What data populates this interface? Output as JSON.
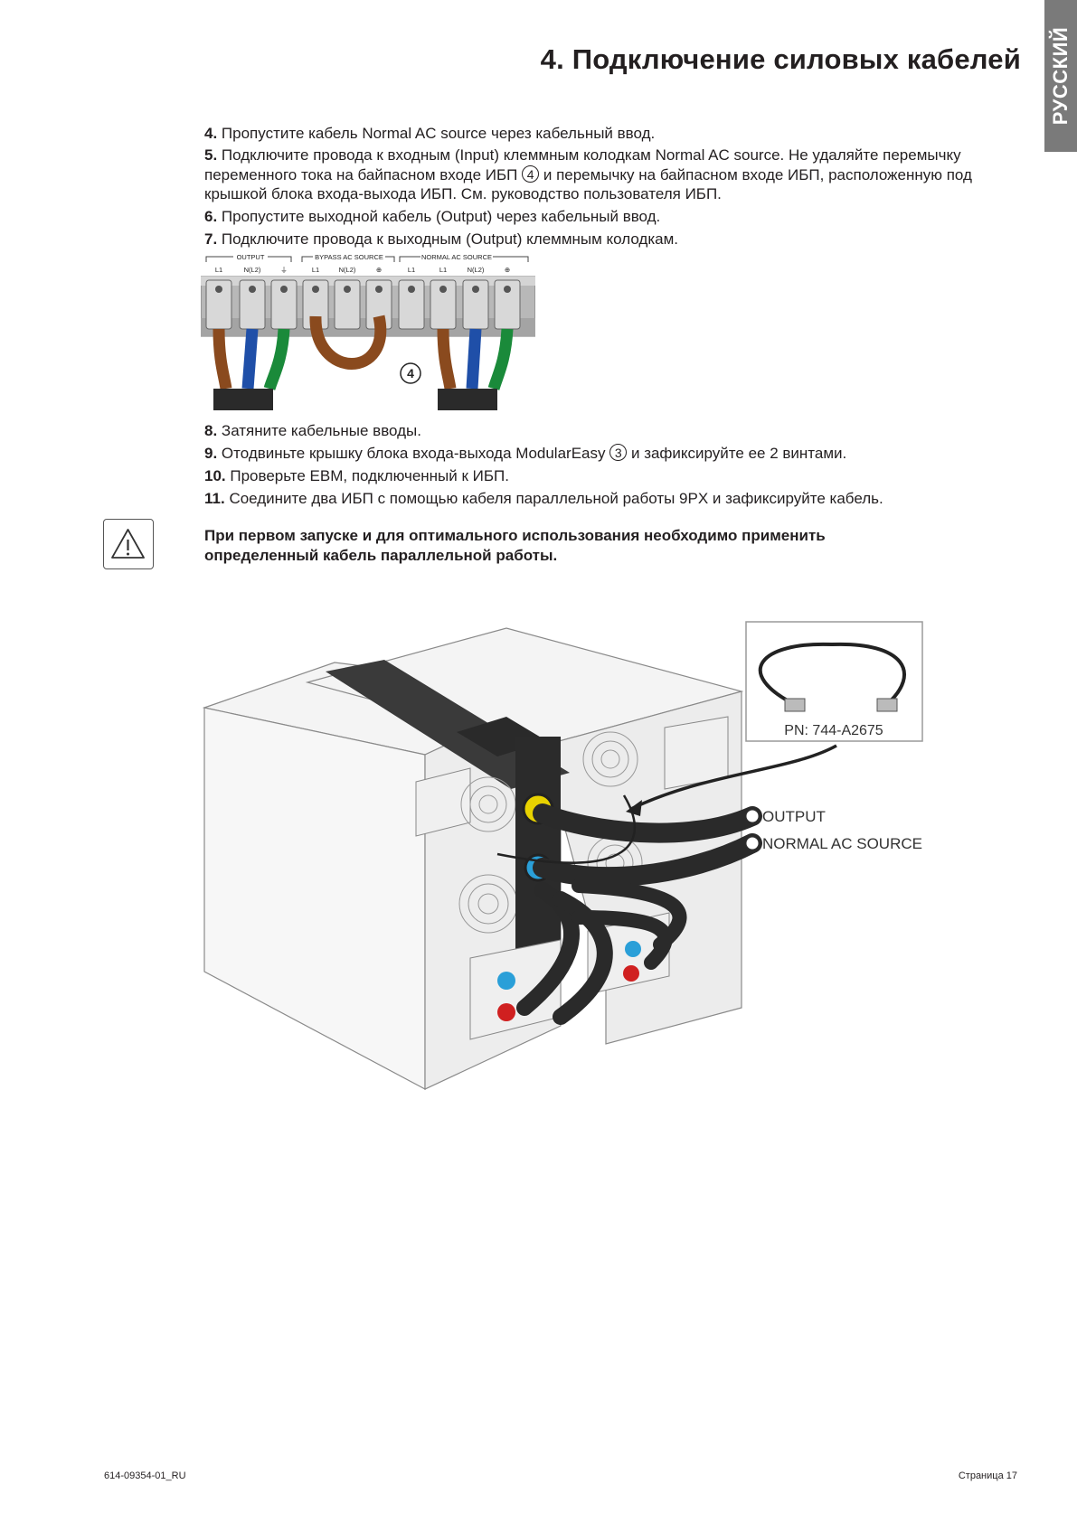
{
  "header": {
    "title": "4. Подключение силовых кабелей",
    "language_tab": "РУССКИЙ"
  },
  "steps": [
    {
      "num": "4.",
      "text": "Пропустите кабель Normal AC source через кабельный ввод."
    },
    {
      "num": "5.",
      "text_a": "Подключите провода к входным (Input) клеммным колодкам Normal AC source. Не удаляйте перемычку переменного тока на байпасном входе ИБП",
      "ref": "4",
      "text_b": "и перемычку на байпасном входе ИБП, расположенную под крышкой блока входа-выхода ИБП. См. руководство пользователя ИБП."
    },
    {
      "num": "6.",
      "text": "Пропустите выходной кабель (Output) через кабельный ввод."
    },
    {
      "num": "7.",
      "text": "Подключите провода к выходным (Output) клеммным колодкам."
    },
    {
      "num": "8.",
      "text": "Затяните кабельные вводы."
    },
    {
      "num": "9.",
      "text_a": "Отодвиньте крышку блока входа-выхода ModularEasy",
      "ref": "3",
      "text_b": "и зафиксируйте ее 2 винтами."
    },
    {
      "num": "10.",
      "text": "Проверьте EBM, подключенный к ИБП."
    },
    {
      "num": "11.",
      "text": "Соедините два ИБП с помощью кабеля параллельной работы 9PX и зафиксируйте кабель."
    }
  ],
  "terminal_figure": {
    "groups": [
      "OUTPUT",
      "BYPASS AC SOURCE",
      "NORMAL AC SOURCE"
    ],
    "terminal_labels": [
      "L1",
      "N(L2)",
      "⏚",
      "L1",
      "N(L2)",
      "⊕",
      "L1",
      "L1",
      "N(L2)",
      "⊕"
    ],
    "callout": "4"
  },
  "warning": {
    "text": "При первом запуске и для оптимального использования необходимо применить определенный кабель параллельной работы."
  },
  "ups_figure": {
    "part_number": "PN: 744-A2675",
    "label_output": "OUTPUT",
    "label_normal_ac": "NORMAL AC SOURCE"
  },
  "footer": {
    "doc_id": "614-09354-01_RU",
    "page": "Страница 17"
  }
}
